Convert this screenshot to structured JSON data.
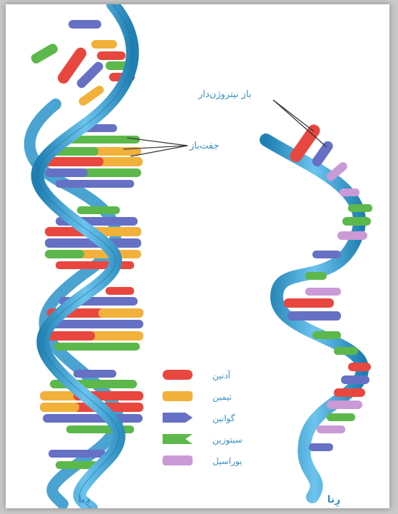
{
  "labels": {
    "base_pair": "جفت‌باز",
    "nitrogen_base": "باز نیتروژن‌دار",
    "dna": "دِنا",
    "rna": "رِنا"
  },
  "legend": [
    {
      "name": "آدنین",
      "color": "#e8473f"
    },
    {
      "name": "تیمین",
      "color": "#f2b13a"
    },
    {
      "name": "گوانین",
      "color": "#6670c4"
    },
    {
      "name": "سیتوزین",
      "color": "#5cb84a"
    },
    {
      "name": "یوراسیل",
      "color": "#c99ad6"
    }
  ],
  "colors": {
    "backbone": "#3aa6d8",
    "backbone_dark": "#1f7fb2"
  }
}
